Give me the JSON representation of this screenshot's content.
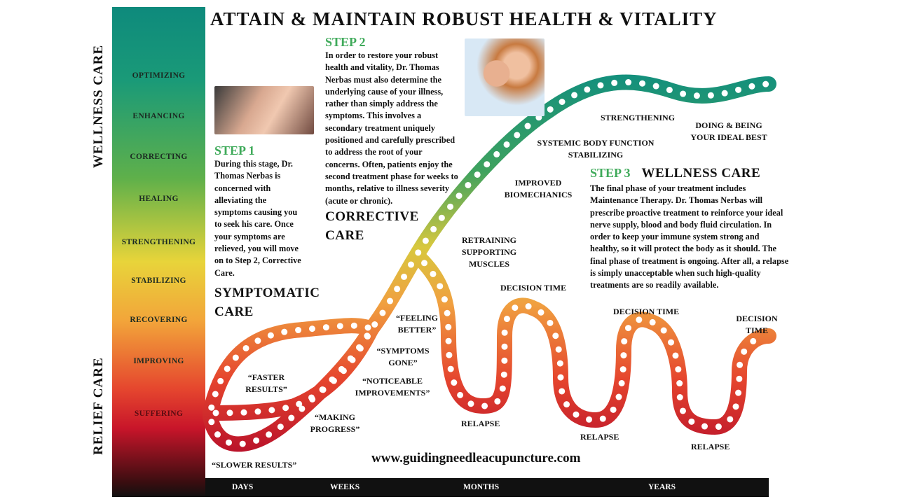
{
  "title": "ATTAIN & MAINTAIN ROBUST HEALTH & VITALITY",
  "side_labels": {
    "top": "WELLNESS CARE",
    "bottom": "RELIEF CARE"
  },
  "levels": [
    "OPTIMIZING",
    "ENHANCING",
    "CORRECTING",
    "HEALING",
    "STRENGTHENING",
    "STABILIZING",
    "RECOVERING",
    "IMPROVING",
    "SUFFERING"
  ],
  "time_axis": [
    "DAYS",
    "WEEKS",
    "MONTHS",
    "YEARS"
  ],
  "step1": {
    "heading": "STEP 1",
    "text": "During this stage, Dr. Thomas Nerbas is concerned with alleviating the symptoms causing you to seek his care. Once your symptoms are relieved, you will move on to Step 2, Corrective Care.",
    "phase": "SYMPTOMATIC CARE"
  },
  "step2": {
    "heading": "STEP 2",
    "text": "In order to restore your robust health and vitality, Dr. Thomas Nerbas must also determine the underlying cause of your illness, rather than simply address the symptoms. This involves a secondary treatment uniquely positioned and carefully prescribed to address the root of your concerns. Often, patients enjoy the second treatment phase for weeks to months, relative to illness severity (acute or chronic).",
    "phase": "CORRECTIVE CARE"
  },
  "step3": {
    "heading": "STEP 3",
    "phase": "WELLNESS CARE",
    "text": "The final phase of your treatment includes Maintenance Therapy. Dr. Thomas Nerbas will prescribe proactive treatment to reinforce your ideal nerve supply, blood and body fluid circulation. In order to keep your immune system strong and healthy, so it will protect the body as it should. The final phase of treatment is ongoing. After all, a relapse is simply unacceptable when such high-quality treatments are so readily available."
  },
  "curve_labels": {
    "faster": "“FASTER RESULTS”",
    "slower": "“SLOWER RESULTS”",
    "making": "“MAKING PROGRESS”",
    "noticeable": "“NOTICEABLE IMPROVEMENTS”",
    "gone": "“SYMPTOMS GONE”",
    "better": "“FEELING BETTER”",
    "retraining": "RETRAINING SUPPORTING MUSCLES",
    "biomech": "IMPROVED BIOMECHANICS",
    "systemic": "SYSTEMIC BODY FUNCTION STABILIZING",
    "strengthening": "STRENGTHENING",
    "doing": "DOING & BEING YOUR IDEAL BEST",
    "decision1": "DECISION TIME",
    "decision2": "DECISION TIME",
    "decision3": "DECISION TIME",
    "relapse1": "RELAPSE",
    "relapse2": "RELAPSE",
    "relapse3": "RELAPSE"
  },
  "website": "www.guidingneedleacupuncture.com",
  "colors": {
    "wellness": "#0e8a7c",
    "relief": "#c8152a",
    "step": "#3faa5a"
  }
}
